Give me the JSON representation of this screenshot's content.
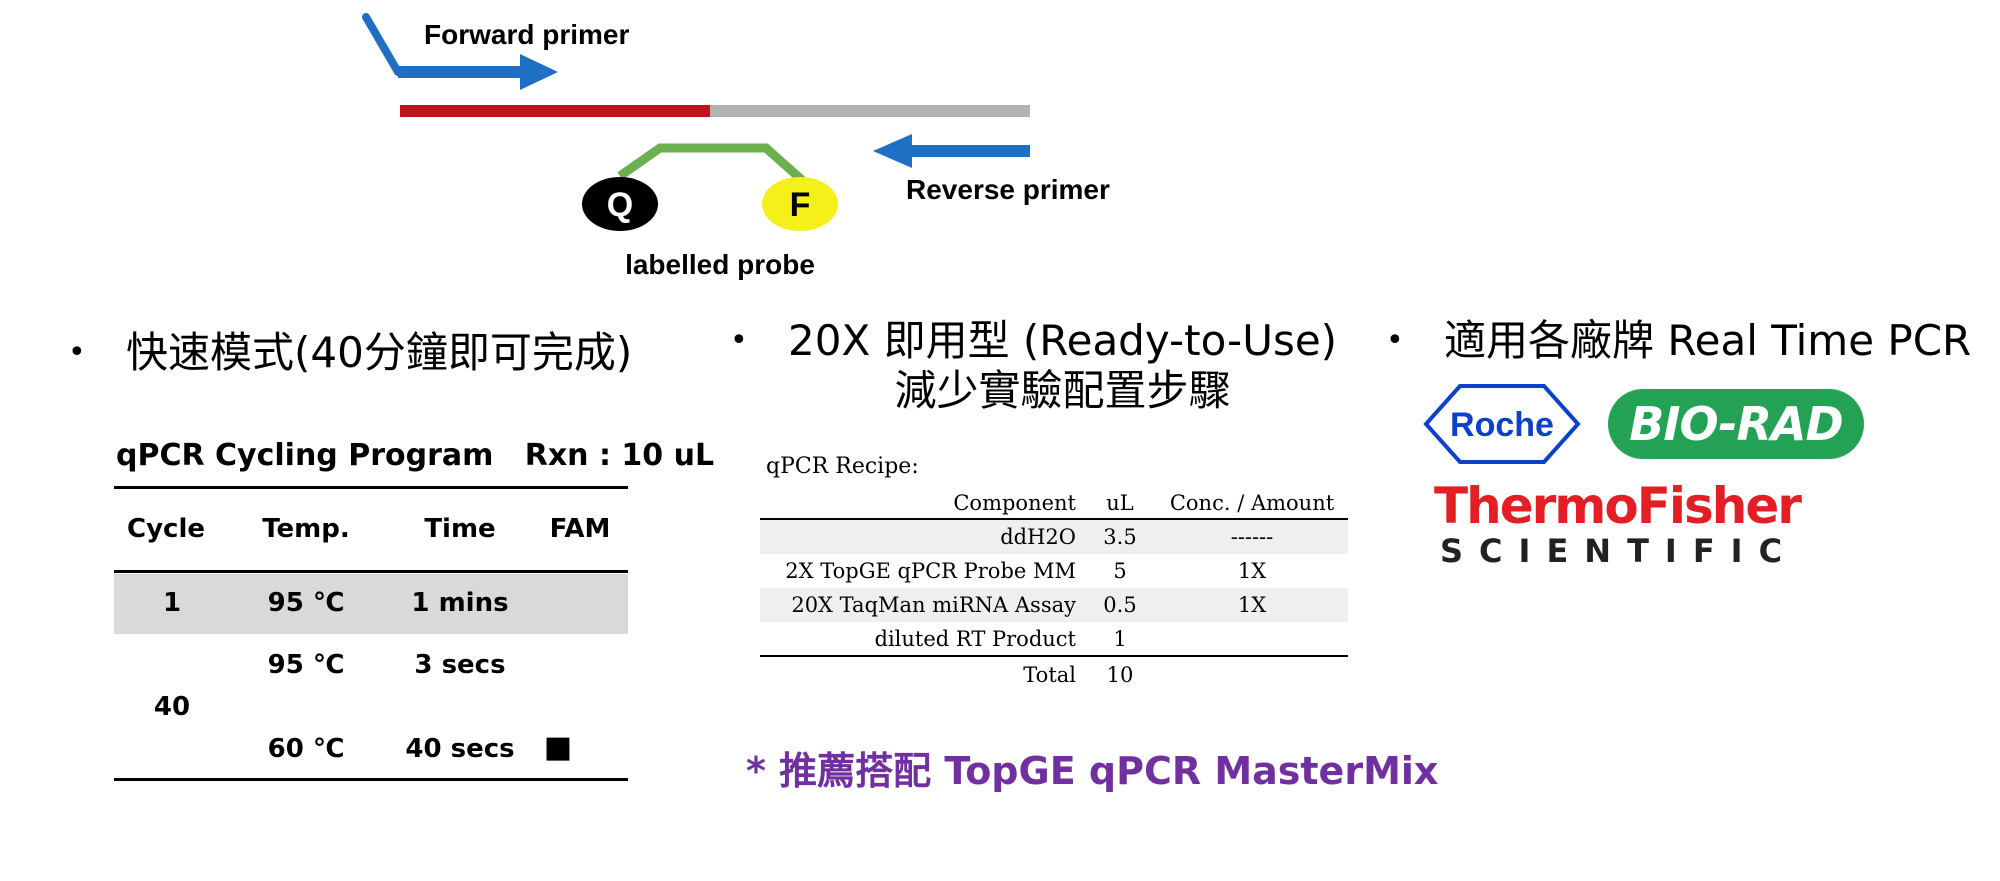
{
  "diagram": {
    "forward_primer": "Forward primer",
    "reverse_primer": "Reverse primer",
    "probe_label": "labelled probe",
    "quencher": "Q",
    "fluorophore": "F",
    "colors": {
      "primer": "#1f6fc5",
      "template_red": "#c0121c",
      "template_grey": "#b3b3b3",
      "probe": "#6ab04c",
      "fluor": "#f5ef1a"
    }
  },
  "features": {
    "fast_mode": "快速模式(40分鐘即可完成)",
    "ready_line1": "20X 即用型 (Ready-to-Use)",
    "ready_line2": "減少實驗配置步驟",
    "compatible": "適用各廠牌 Real Time PCR",
    "recommend": "* 推薦搭配 TopGE qPCR MasterMix",
    "recommend_color": "#7030a0"
  },
  "cycling_program": {
    "title": "qPCR Cycling Program   Rxn : 10 uL",
    "headers": [
      "Cycle",
      "Temp.",
      "Time",
      "FAM"
    ],
    "rows": [
      {
        "cycle": "1",
        "temp": "95 ℃",
        "time": "1 mins",
        "fam": ""
      },
      {
        "cycle": "",
        "temp": "95 ℃",
        "time": "3 secs",
        "fam": ""
      },
      {
        "cycle": "40",
        "temp": "60 ℃",
        "time": "40 secs",
        "fam": "■"
      }
    ]
  },
  "recipe": {
    "title": "qPCR Recipe:",
    "headers": [
      "Component",
      "uL",
      "Conc. / Amount"
    ],
    "rows": [
      {
        "component": "ddH2O",
        "ul": "3.5",
        "conc": "------"
      },
      {
        "component": "2X TopGE qPCR Probe MM",
        "ul": "5",
        "conc": "1X"
      },
      {
        "component": "20X TaqMan miRNA Assay",
        "ul": "0.5",
        "conc": "1X"
      },
      {
        "component": "diluted RT Product",
        "ul": "1",
        "conc": ""
      }
    ],
    "total": {
      "label": "Total",
      "ul": "10"
    }
  },
  "logos": {
    "roche": "Roche",
    "biorad": "BIO-RAD",
    "thermo": "ThermoFisher",
    "scientific": "SCIENTIFIC",
    "colors": {
      "roche": "#0b41cd",
      "biorad": "#23a255",
      "thermo": "#e31e24"
    }
  }
}
